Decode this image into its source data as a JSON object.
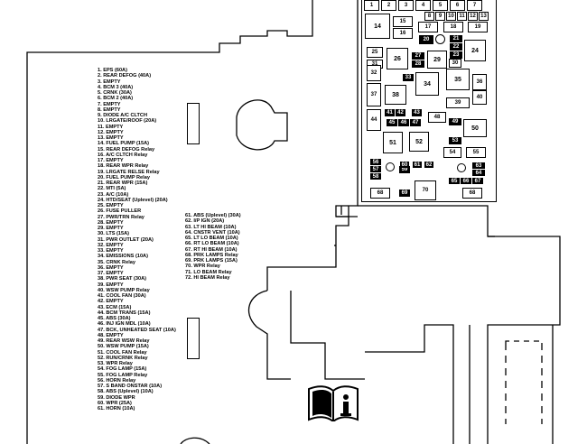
{
  "legend_left": [
    "1.  EPS (60A)",
    "2.  REAR DEFOG (40A)",
    "3.  EMPTY",
    "4.  BCM 3 (40A)",
    "5.  CRNK (30A)",
    "6.  BCM 2 (40A)",
    "7.  EMPTY",
    "8.  EMPTY",
    "9.  DIODE A/C CLTCH",
    "10. LRGATE/ROOF (20A)",
    "11. EMPTY",
    "12. EMPTY",
    "13. EMPTY",
    "14. FUEL PUMP (15A)",
    "15. REAR DEFOG Relay",
    "16. A/C CLTCH Relay",
    "17. EMPTY",
    "18. REAR WPR Relay",
    "19. LRGATE RELSE Relay",
    "20. FUEL PUMP Relay",
    "21. REAR WPR (15A)",
    "22. MTI (5A)",
    "23. A/C (10A)",
    "24. HTD/SEAT (Uplevel) (20A)",
    "25. EMPTY",
    "26. FUSE PULLER",
    "27. PWR/TRN Relay",
    "28. EMPTY",
    "29. EMPTY",
    "30. LTS (15A)",
    "31. PWR OUTLET (20A)",
    "32. EMPTY",
    "33. EMPTY",
    "34. EMISSIONS (10A)",
    "35. CRNK Relay",
    "36. EMPTY",
    "37. EMPTY",
    "38. PWR SEAT (30A)",
    "39. EMPTY",
    "40. WSW PUMP Relay",
    "41. COOL FAN (30A)",
    "42. EMPTY",
    "43. ECM (15A)",
    "44. BCM TRANS (15A)",
    "45. ABS (30A)",
    "46. INJ IGN MDL (10A)",
    "47. BCK, UNHEATED SEAT (10A)",
    "48. EMPTY",
    "49. REAR WSW Relay",
    "50. WSW PUMP (15A)",
    "51. COOL FAN Relay",
    "52. RUN/CRNK Relay",
    "53. WPR Relay",
    "54. FOG LAMP (15A)",
    "55. FOG LAMP Relay",
    "56. HORN Relay",
    "57. S BAND ONSTAR (10A)",
    "58. ABS (Uplevel) (10A)",
    "59. DIODE WPR",
    "60. WPR (25A)",
    "61. HORN (10A)"
  ],
  "legend_right": [
    "61. ABS (Uplevel) (30A)",
    "62. I/P IGN (20A)",
    "63. LT HI BEAM (10A)",
    "64. CNSTR VENT (10A)",
    "65. LT LO BEAM (10A)",
    "66. RT LO BEAM (10A)",
    "67. RT HI BEAM (10A)",
    "68. PRK LAMPS Relay",
    "69. PRK LAMPS (15A)",
    "70. WPR Relay",
    "71. LO BEAM Relay",
    "72. HI BEAM Relay"
  ],
  "fuse_labels": {
    "n1": "1",
    "n2": "2",
    "n3": "3",
    "n4": "4",
    "n5": "5",
    "n6": "6",
    "n7": "7",
    "n8": "8",
    "n9": "9",
    "n10": "10",
    "n11": "11",
    "n12": "12",
    "n13": "13",
    "n14": "14",
    "n15": "15",
    "n16": "16",
    "n17": "17",
    "n18": "18",
    "n19": "19",
    "n20": "20",
    "n21": "21",
    "n22": "22",
    "n23": "23",
    "n24": "24",
    "n25": "25",
    "n26": "26",
    "n27": "27",
    "n28": "28",
    "n29": "29",
    "n30": "30",
    "n31": "31",
    "n32": "32",
    "n33": "33",
    "n34": "34",
    "n35": "35",
    "n36": "36",
    "n37": "37",
    "n38": "38",
    "n39": "39",
    "n40": "40",
    "n41": "41",
    "n42": "42",
    "n43": "43",
    "n44": "44",
    "n45": "45",
    "n46": "46",
    "n47": "47",
    "n48": "48",
    "n49": "49",
    "n50": "50",
    "n51": "51",
    "n52": "52",
    "n53": "53",
    "n54": "54",
    "n55": "55",
    "n56": "56",
    "n57": "57",
    "n58": "58",
    "n59": "59",
    "n60": "60",
    "n61": "61",
    "n62": "62",
    "n63": "63",
    "n64": "64",
    "n65": "65",
    "n66": "66",
    "n67": "67",
    "n68": "68",
    "n69": "69",
    "n70": "70"
  },
  "icons": {
    "manual": "owner-manual-info-icon"
  },
  "colors": {
    "line": "#000000",
    "background": "#ffffff"
  }
}
